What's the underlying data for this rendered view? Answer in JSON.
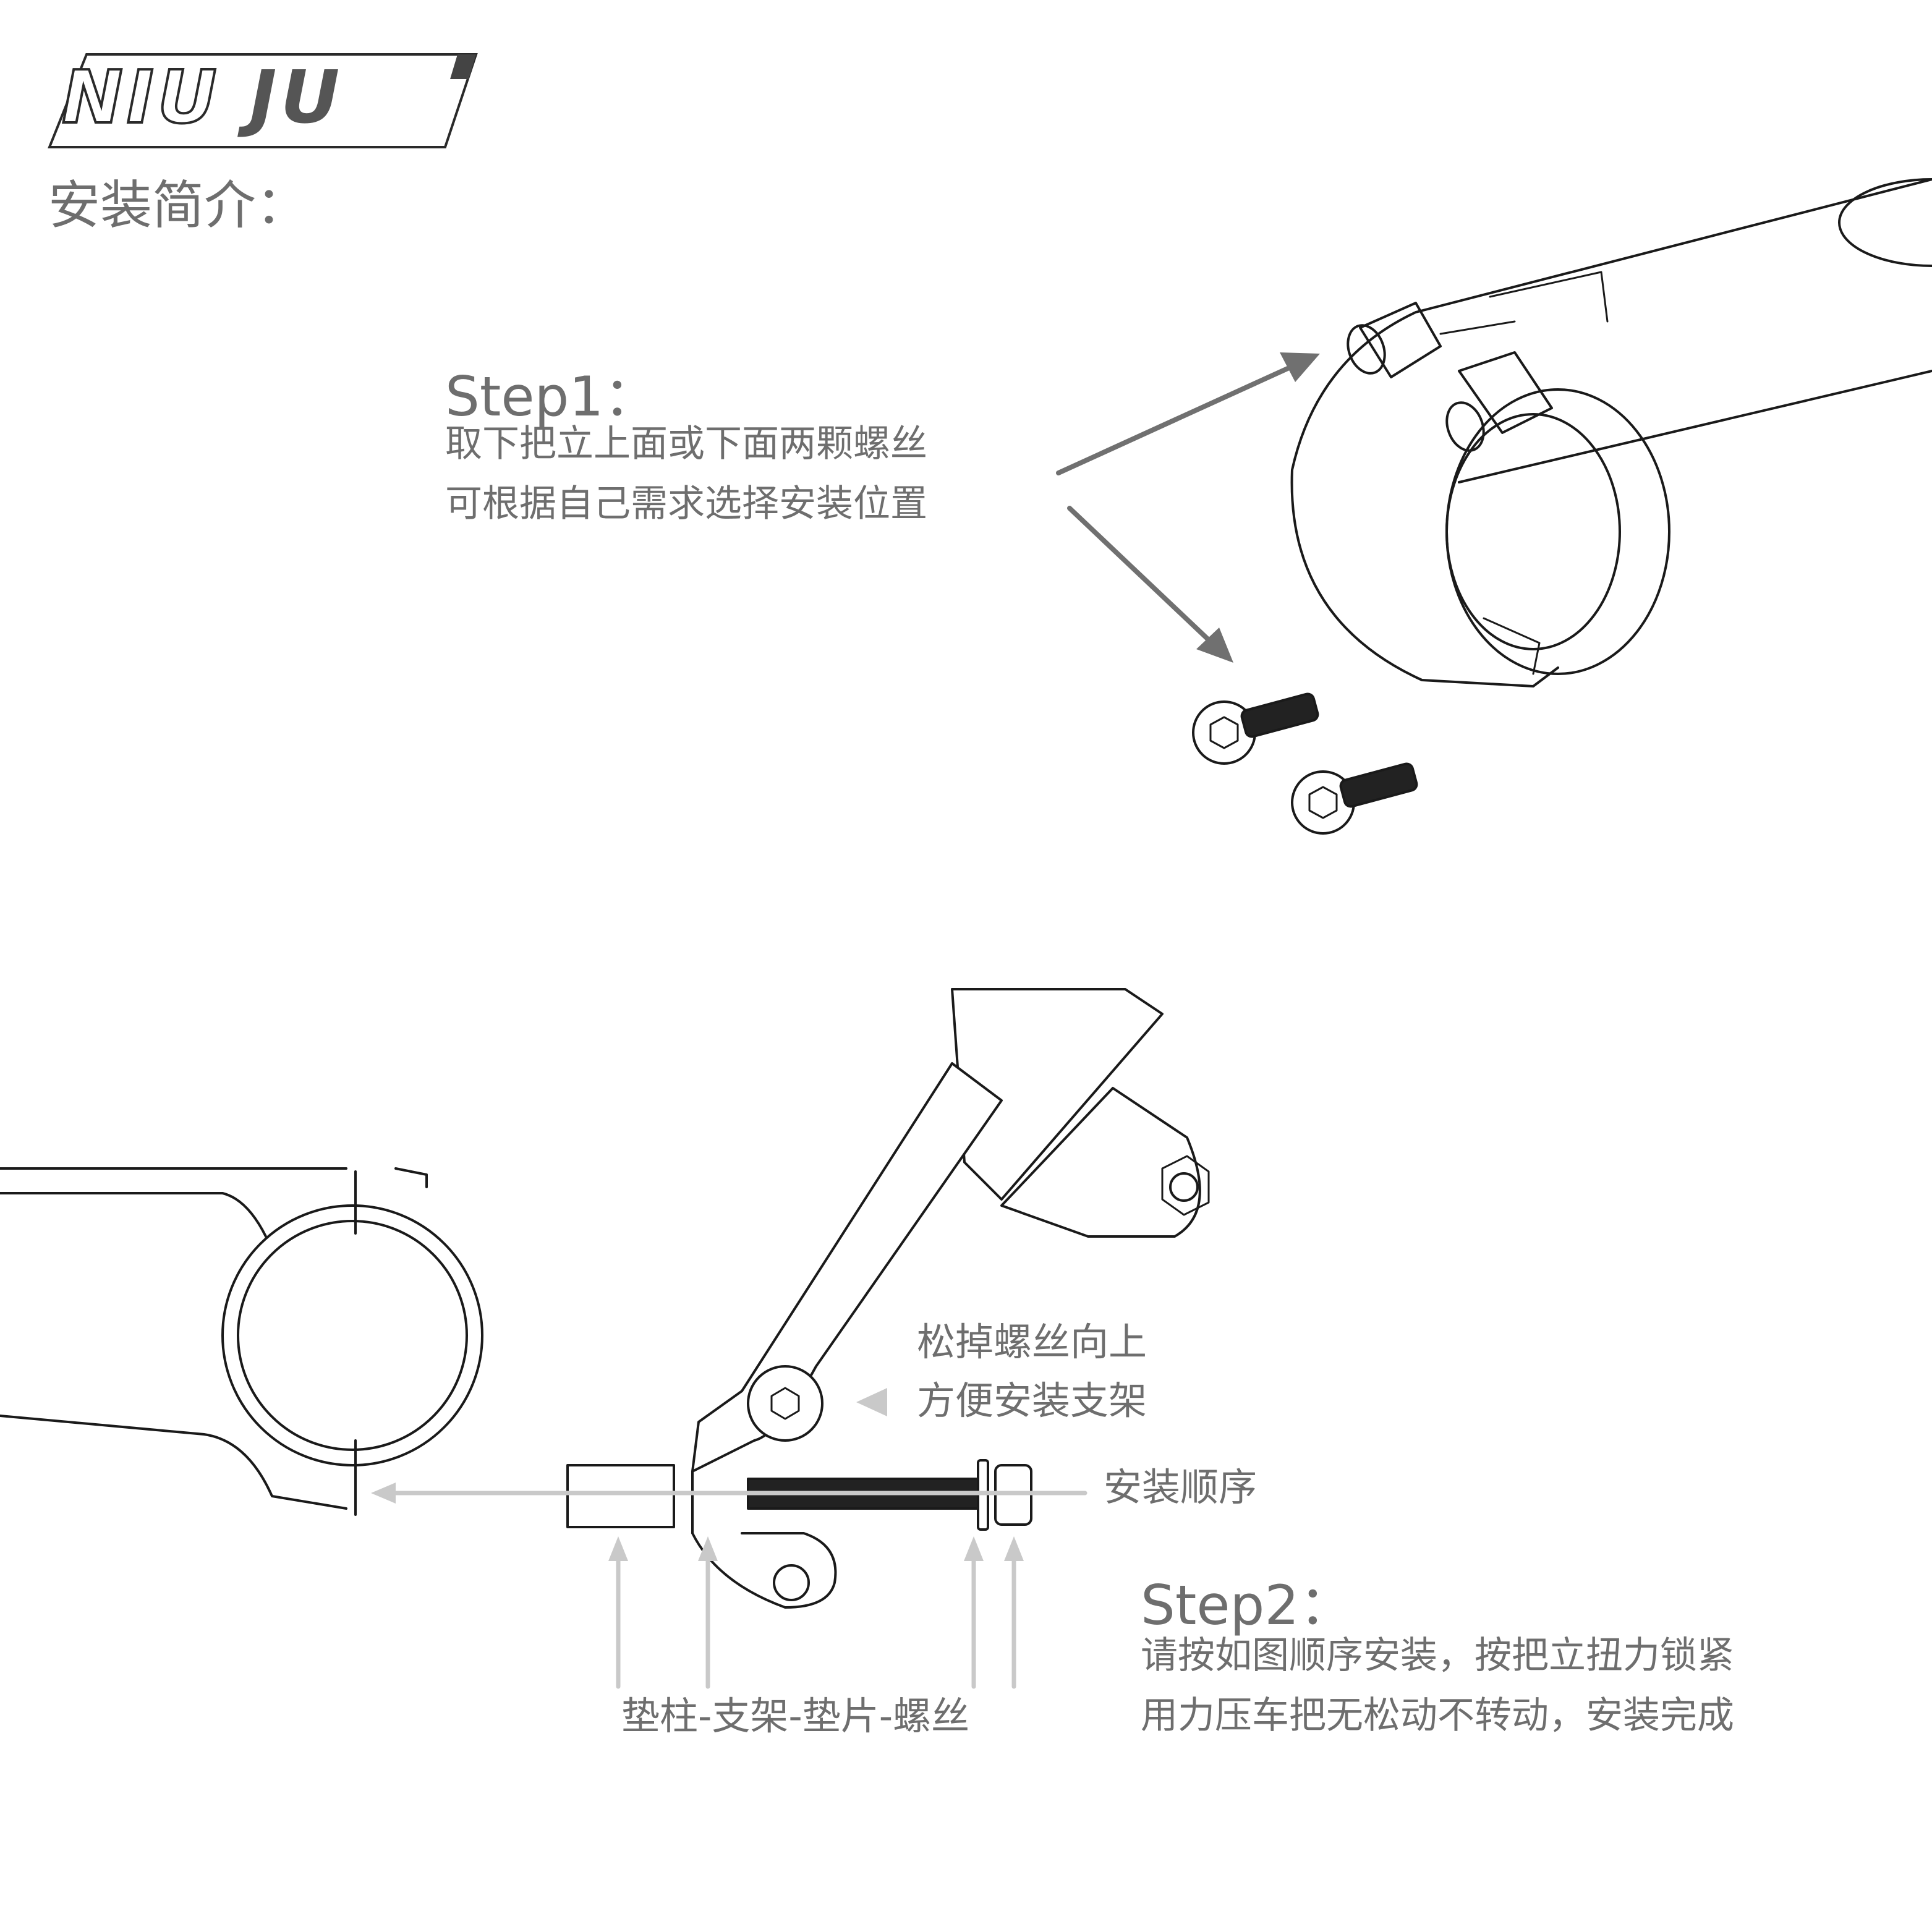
{
  "logo": {
    "part1": "NIU ",
    "part2": "JU"
  },
  "title": "安装简介：",
  "step1": {
    "heading": "Step1：",
    "line1": "取下把立上面或下面两颗螺丝",
    "line2": "可根据自己需求选择安装位置"
  },
  "step2": {
    "heading": "Step2：",
    "line1": "请按如图顺序安装，按把立扭力锁紧",
    "line2": "用力压车把无松动不转动，安装完成"
  },
  "notes": {
    "loosen_line1": "松掉螺丝向上",
    "loosen_line2": "方便安装支架",
    "install_order": "安装顺序",
    "parts_sequence": "垫柱-支架-垫片-螺丝"
  },
  "colors": {
    "text": "#6e6e6e",
    "arrow_dark": "#707070",
    "arrow_light": "#c9c9c9",
    "line_art": "#1a1a1a"
  },
  "icons": [
    "bike-stem-icon",
    "bolt-icon",
    "mount-bracket-icon",
    "spacer-icon",
    "washer-icon"
  ]
}
